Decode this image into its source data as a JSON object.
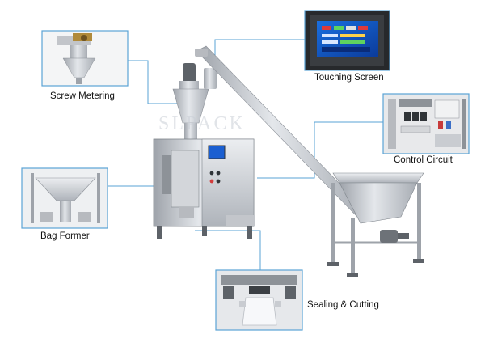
{
  "labels": {
    "screw_metering": "Screw Metering",
    "touching_screen": "Touching Screen",
    "control_circuit": "Control Circuit",
    "bag_former": "Bag Former",
    "sealing_cutting": "Sealing & Cutting"
  },
  "watermark": "SLPACK",
  "colors": {
    "callout_line": "#5aa3d6",
    "inset_border": "#5aa3d6",
    "steel": "#c9ccd1",
    "screen": "#1b5fd1"
  }
}
